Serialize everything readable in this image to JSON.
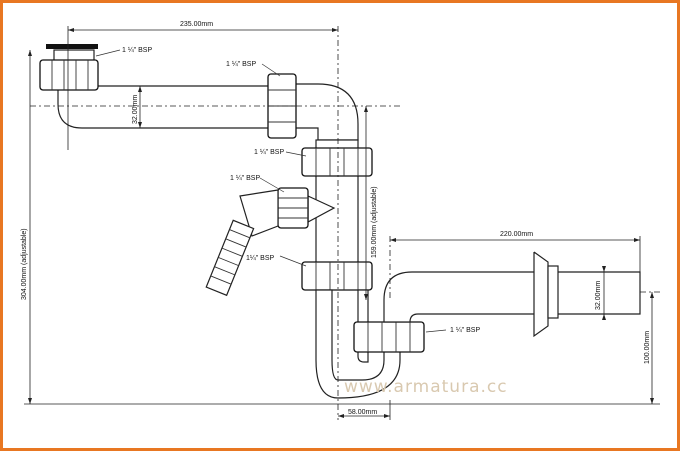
{
  "colors": {
    "frame": "#e87722",
    "watermark": "#d9c9b0",
    "line": "#222222"
  },
  "dimensions": {
    "top_width": "235.00mm",
    "outlet_width": "220.00mm",
    "inlet_diameter": "32.00mm",
    "outlet_diameter": "32.00mm",
    "total_height": "304.00mm (adjustable)",
    "trap_height": "159.00mm (adjustable)",
    "trap_width": "58.00mm",
    "outlet_height": "100.00mm"
  },
  "labels": {
    "bsp_top_left": "1 ¼\" BSP",
    "bsp_top_mid": "1 ¼\" BSP",
    "bsp_upper_trap": "1 ¼\" BSP",
    "bsp_side_branch": "1 ¼\" BSP",
    "bsp_lower_trap": "1¼\" BSP",
    "bsp_outlet": "1 ¼\" BSP"
  },
  "watermark": "www.armatura.cc"
}
